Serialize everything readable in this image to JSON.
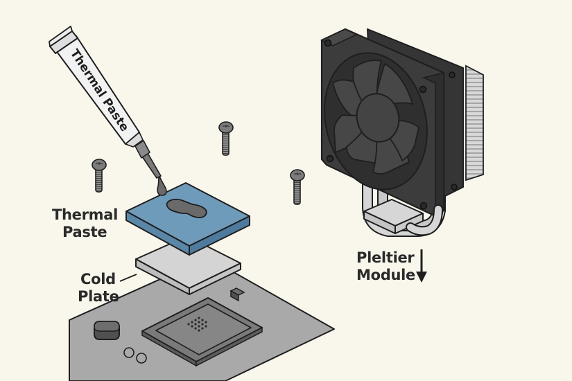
{
  "diagram": {
    "title": "CPU cooler exploded assembly",
    "tube_label": "Thermal Paste",
    "labels": {
      "thermal_paste": [
        "Thermal",
        "Paste"
      ],
      "cold_plate": [
        "Cold",
        "Plate"
      ],
      "peltier_module": [
        "Pleltier",
        "Module"
      ]
    },
    "arrow_icon": "down-arrow-icon",
    "colors": {
      "background": "#f9f6ec",
      "paste_pad": "#6f9bbb",
      "paste_pad_side": "#557f9f",
      "cold_plate": "#cfcfcf",
      "motherboard": "#a9a9a9",
      "fan": "#3c3c3c",
      "outline": "#1e1e1e"
    },
    "components": [
      "thermal-paste-tube",
      "screws",
      "thermal-paste-pad",
      "cold-plate",
      "motherboard",
      "cpu-chip",
      "fan-cooler",
      "heat-pipes",
      "heatsink-fins"
    ]
  }
}
